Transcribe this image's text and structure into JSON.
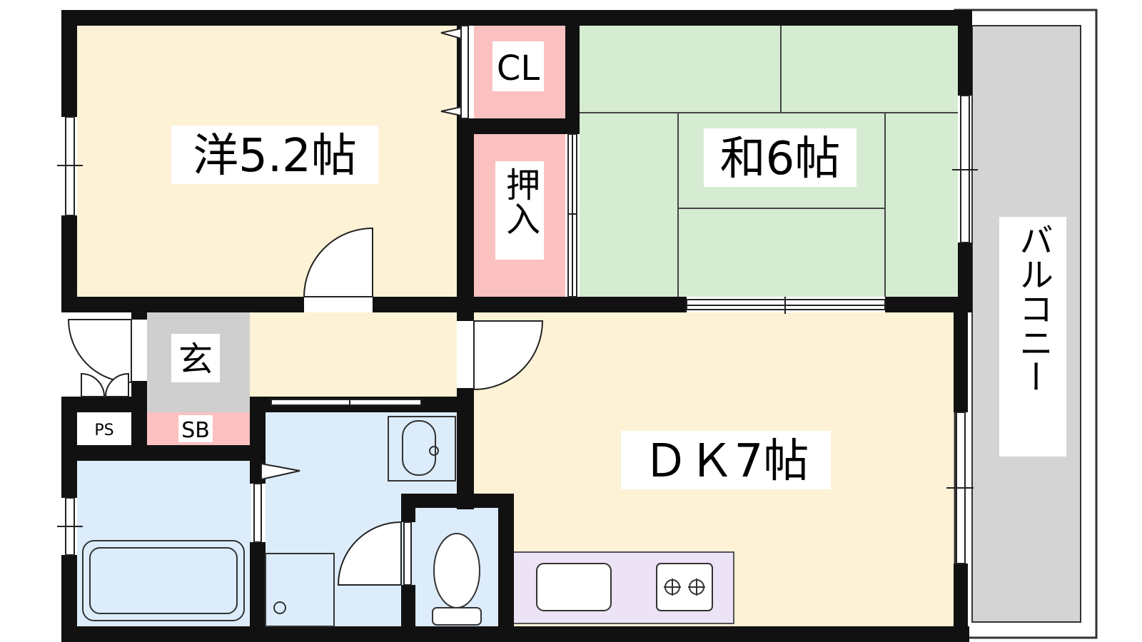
{
  "rooms": {
    "western": {
      "label": "洋5.2帖"
    },
    "japanese": {
      "label": "和6帖"
    },
    "dk": {
      "label": "ＤＫ7帖"
    },
    "closet": {
      "label": "CL"
    },
    "oshiire": {
      "label": "押入"
    },
    "genkan": {
      "label": "玄"
    },
    "shoebox": {
      "label": "SB"
    },
    "pipe_space": {
      "label": "PS"
    },
    "balcony": {
      "label": "バルコニー"
    }
  },
  "colors": {
    "wall": "#111111",
    "western_floor": "#fdf2d5",
    "japanese_floor": "#d6ecd2",
    "closet_floor": "#fbc0c0",
    "genkan_floor": "#cfcfcf",
    "wet_area": "#dcecfb",
    "kitchen_counter": "#ece3f6",
    "balcony_floor": "#d4d4d4",
    "label_bg": "#ffffff"
  }
}
